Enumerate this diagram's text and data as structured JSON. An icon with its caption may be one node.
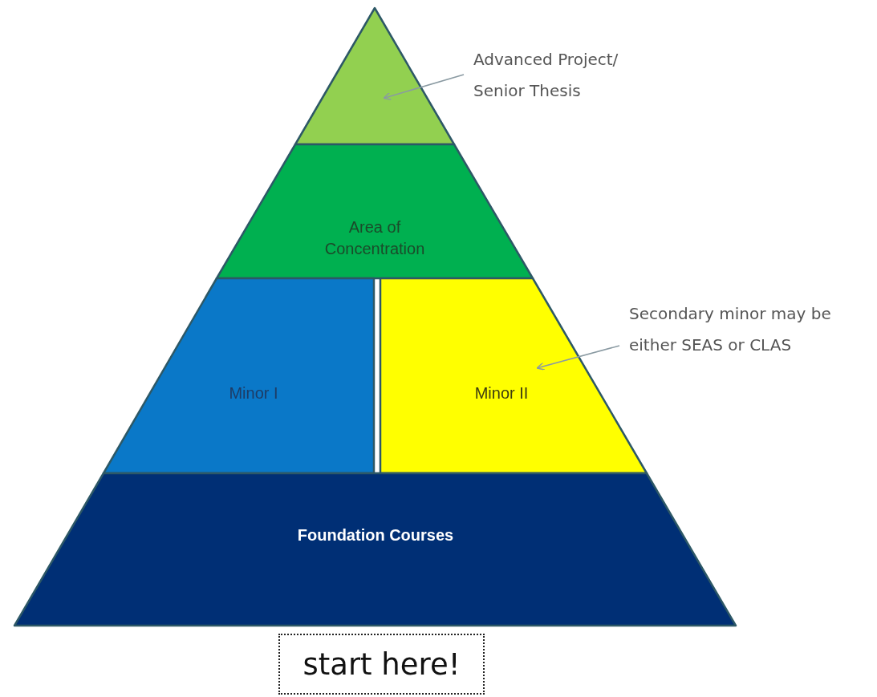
{
  "diagram": {
    "nodes": [
      {
        "text": [],
        "shape": "triangle"
      },
      {
        "text": [
          "Advanced Project/ Senior Thesis"
        ]
      },
      {
        "text": [
          "Area of Concentration"
        ]
      },
      {
        "text": [
          "Minor I"
        ]
      },
      {
        "text": [
          "Minor II"
        ]
      },
      {
        "text": [
          "Secondary minor may be either SEAS or CLAS"
        ]
      },
      {
        "text": [
          "Foundation Courses"
        ]
      },
      {
        "text": [
          "start here!"
        ]
      }
    ],
    "edges": [
      {
        "from": 1,
        "to": 0,
        "arrow": "to"
      },
      {
        "from": 5,
        "to": 4,
        "arrow": "to"
      }
    ]
  }
}
